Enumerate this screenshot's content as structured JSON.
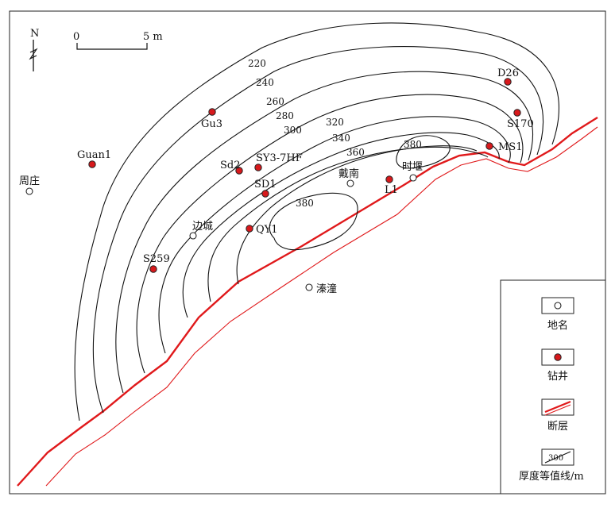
{
  "north_label": "N",
  "scale_bar": {
    "zero": "0",
    "end": "5 m"
  },
  "contours": [
    "220",
    "240",
    "260",
    "280",
    "300",
    "320",
    "340",
    "360",
    "380",
    "380"
  ],
  "wells": [
    "Gu3",
    "Guan1",
    "Sd2",
    "SY3-7HF",
    "SD1",
    "QY1",
    "S259",
    "D26",
    "S170",
    "MS1",
    "L1"
  ],
  "places": [
    "周庄",
    "边城",
    "戴南",
    "时堰",
    "溱潼"
  ],
  "legend": {
    "place": "地名",
    "well": "钻井",
    "fault": "断层",
    "isopach": "厚度等值线/m",
    "isopach_sample": "300"
  },
  "colors": {
    "well_fill": "#d7191c",
    "fault": "#e0191b"
  }
}
